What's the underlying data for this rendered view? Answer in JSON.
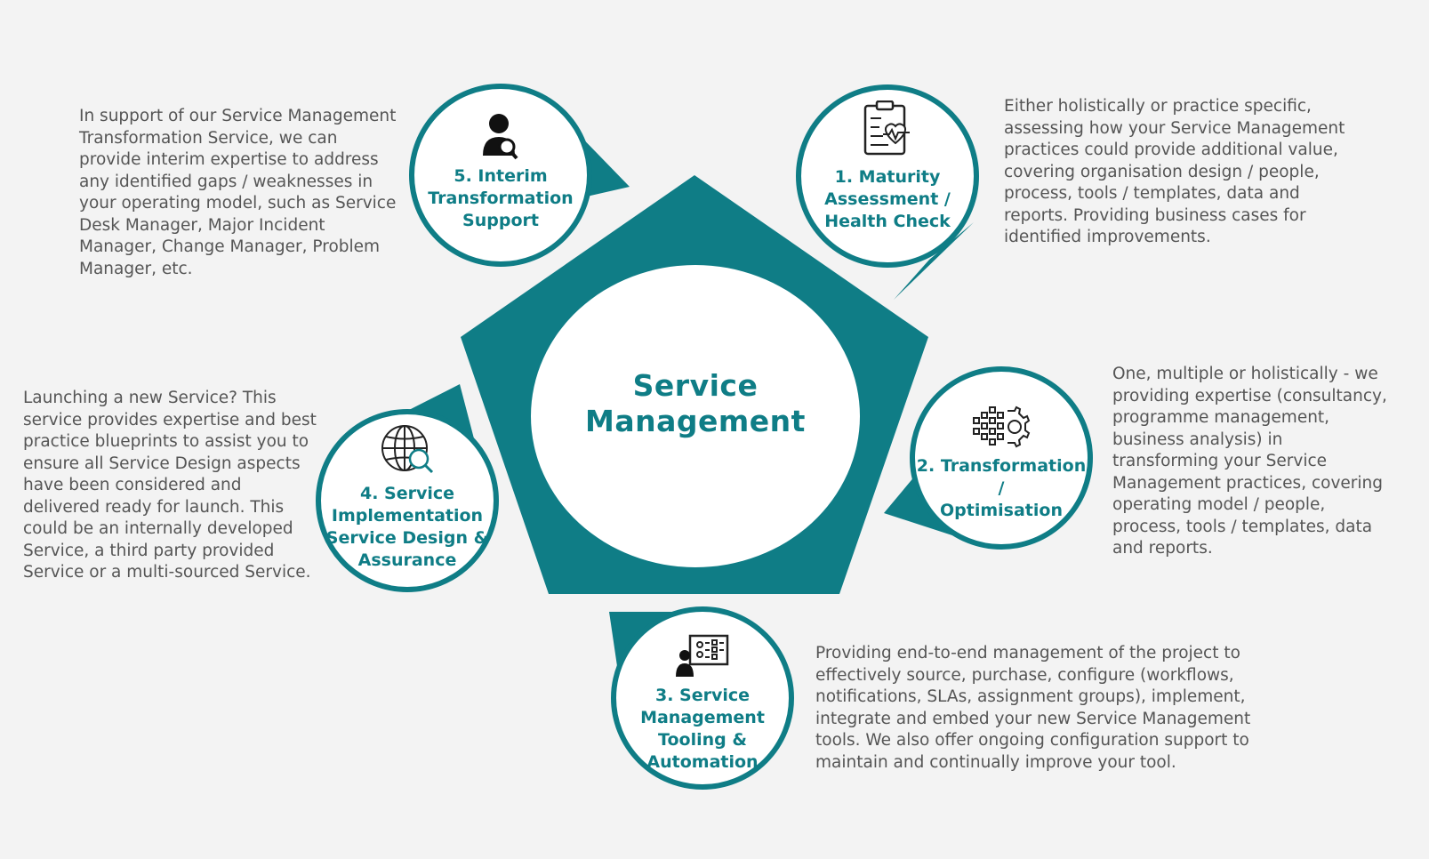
{
  "colors": {
    "teal": "#0f7d86",
    "text": "#555555",
    "background": "#f3f3f3"
  },
  "center": {
    "title": "Service\nManagement"
  },
  "items": [
    {
      "title": "1. Maturity\nAssessment /\nHealth Check",
      "icon": "clipboard-heart-icon",
      "description": "Either holistically or practice specific, assessing how your Service Management practices could provide additional value, covering organisation design / people, process, tools / templates, data and reports. Providing business cases for identified improvements."
    },
    {
      "title": "2. Transformation /\nOptimisation",
      "icon": "data-gear-icon",
      "description": "One, multiple or holistically - we providing expertise (consultancy, programme management, business analysis) in transforming your Service Management practices, covering operating model / people, process, tools / templates, data and reports."
    },
    {
      "title": "3. Service\nManagement\nTooling &\nAutomation",
      "icon": "presenter-board-icon",
      "description": "Providing end-to-end management of the project to effectively source, purchase, configure (workflows, notifications, SLAs, assignment groups), implement, integrate and embed your new Service Management tools. We also offer ongoing configuration support to maintain and continually improve your tool."
    },
    {
      "title": "4. Service\nImplementation\nService Design &\nAssurance",
      "icon": "globe-search-icon",
      "description": "Launching a new Service? This service provides expertise and best practice blueprints to assist you to ensure all Service Design aspects have been considered and delivered ready for launch. This could be an internally developed Service, a third party provided Service or a multi-sourced Service."
    },
    {
      "title": "5. Interim\nTransformation\nSupport",
      "icon": "person-search-icon",
      "description": "In support of our Service Management Transformation Service, we can provide interim expertise to address any identified gaps / weaknesses in your operating model, such as Service Desk Manager, Major Incident Manager, Change Manager, Problem Manager, etc."
    }
  ]
}
